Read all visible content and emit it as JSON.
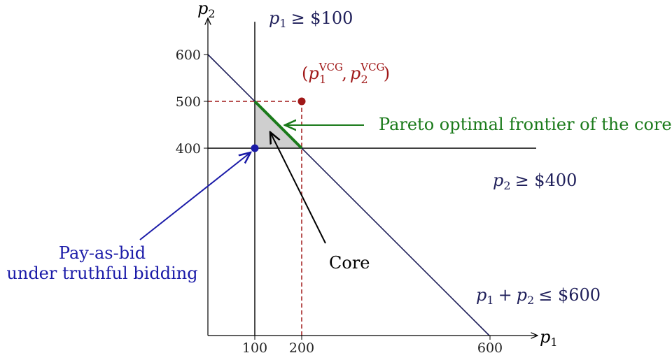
{
  "colors": {
    "navy": "#1f1f5a",
    "axis": "#000000",
    "red": "#a01818",
    "green": "#1a7a1a",
    "blue": "#1a1aa8",
    "core_fill": "#cfcfcf"
  },
  "axes": {
    "x_label": "p",
    "x_sub": "1",
    "y_label": "p",
    "y_sub": "2",
    "x_ticks": [
      "100",
      "200",
      "600"
    ],
    "y_ticks": [
      "400",
      "500",
      "600"
    ]
  },
  "constraints": {
    "p1_min": {
      "lhs": "p",
      "sub": "1",
      "rel": "≥ $100"
    },
    "p2_min": {
      "lhs": "p",
      "sub": "2",
      "rel": "≥ $400"
    },
    "sum_max": {
      "p1": "p",
      "p1_sub": "1",
      "plus": "+",
      "p2": "p",
      "p2_sub": "2",
      "rel": "≤ $600"
    }
  },
  "vcg": {
    "open": "(",
    "p": "p",
    "sub1": "1",
    "sub2": "2",
    "sup": "VCG",
    "comma": ",",
    "close": ")",
    "point": [
      200,
      500
    ]
  },
  "annotations": {
    "pareto": "Pareto optimal frontier of the core",
    "core": "Core",
    "pay_as_bid_1": "Pay-as-bid",
    "pay_as_bid_2": "under truthful bidding"
  },
  "pay_as_bid_point": [
    100,
    400
  ],
  "core_polygon": [
    [
      100,
      400
    ],
    [
      100,
      500
    ],
    [
      200,
      400
    ]
  ],
  "pareto_segment": [
    [
      100,
      500
    ],
    [
      200,
      400
    ]
  ]
}
